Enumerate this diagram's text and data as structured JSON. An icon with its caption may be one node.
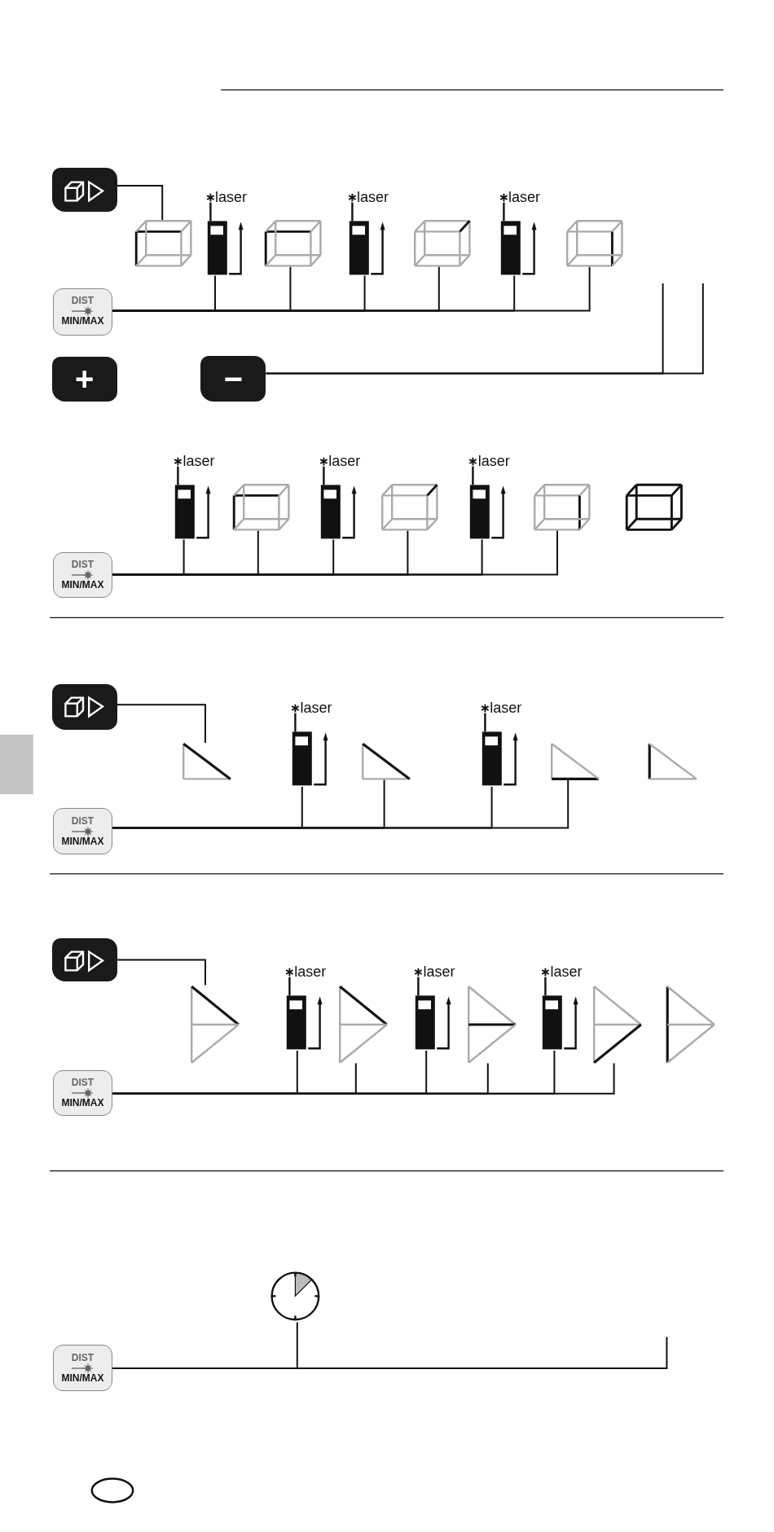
{
  "diagram": {
    "nodes": [
      {
        "text": [],
        "shape": "button"
      },
      {
        "text": [],
        "shape": "cube"
      },
      {
        "text": [
          "laser"
        ]
      },
      {
        "text": [],
        "shape": "cube"
      },
      {
        "text": [
          "laser"
        ]
      },
      {
        "text": [],
        "shape": "cube"
      },
      {
        "text": [
          "laser"
        ]
      },
      {
        "text": [],
        "shape": "cube"
      },
      {
        "text": [
          "DIST",
          "MIN/MAX"
        ]
      },
      {
        "text": [
          "+"
        ]
      },
      {
        "text": [
          "−"
        ]
      },
      {
        "text": [
          "laser"
        ]
      },
      {
        "text": [],
        "shape": "cube"
      },
      {
        "text": [
          "laser"
        ]
      },
      {
        "text": [],
        "shape": "cube"
      },
      {
        "text": [
          "laser"
        ]
      },
      {
        "text": [],
        "shape": "cube"
      },
      {
        "text": [],
        "shape": "cube"
      },
      {
        "text": [
          "DIST",
          "MIN/MAX"
        ]
      },
      {
        "text": [],
        "shape": "button"
      },
      {
        "text": [],
        "shape": "triangle"
      },
      {
        "text": [
          "laser"
        ]
      },
      {
        "text": [],
        "shape": "triangle"
      },
      {
        "text": [
          "laser"
        ]
      },
      {
        "text": [],
        "shape": "triangle"
      },
      {
        "text": [],
        "shape": "triangle"
      },
      {
        "text": [
          "DIST",
          "MIN/MAX"
        ]
      },
      {
        "text": [],
        "shape": "button"
      },
      {
        "text": [],
        "shape": "triangle"
      },
      {
        "text": [
          "laser"
        ]
      },
      {
        "text": [],
        "shape": "triangle"
      },
      {
        "text": [
          "laser"
        ]
      },
      {
        "text": [],
        "shape": "triangle"
      },
      {
        "text": [
          "laser"
        ]
      },
      {
        "text": [],
        "shape": "triangle"
      },
      {
        "text": [],
        "shape": "triangle"
      },
      {
        "text": [
          "DIST",
          "MIN/MAX"
        ]
      },
      {
        "text": [],
        "shape": "clock"
      },
      {
        "text": [
          "DIST",
          "MIN/MAX"
        ]
      },
      {
        "text": [],
        "shape": "box"
      }
    ],
    "edges": [
      {
        "from": 0,
        "to": 1,
        "arrow": "none"
      },
      {
        "from": 8,
        "to": 2,
        "arrow": "none"
      },
      {
        "from": 8,
        "to": 3,
        "arrow": "none"
      },
      {
        "from": 8,
        "to": 4,
        "arrow": "none"
      },
      {
        "from": 8,
        "to": 5,
        "arrow": "none"
      },
      {
        "from": 8,
        "to": 6,
        "arrow": "none"
      },
      {
        "from": 8,
        "to": 7,
        "arrow": "none"
      },
      {
        "from": 10,
        "to": null,
        "arrow": "none"
      },
      {
        "from": 10,
        "to": null,
        "arrow": "none"
      },
      {
        "from": 18,
        "to": 11,
        "arrow": "none"
      },
      {
        "from": 18,
        "to": 12,
        "arrow": "none"
      },
      {
        "from": 18,
        "to": 13,
        "arrow": "none"
      },
      {
        "from": 18,
        "to": 14,
        "arrow": "none"
      },
      {
        "from": 18,
        "to": 15,
        "arrow": "none"
      },
      {
        "from": 18,
        "to": 16,
        "arrow": "none"
      },
      {
        "from": 19,
        "to": 20,
        "arrow": "none"
      },
      {
        "from": 26,
        "to": 21,
        "arrow": "none"
      },
      {
        "from": 26,
        "to": 22,
        "arrow": "none"
      },
      {
        "from": 26,
        "to": 23,
        "arrow": "none"
      },
      {
        "from": 26,
        "to": 24,
        "arrow": "none"
      },
      {
        "from": 27,
        "to": 28,
        "arrow": "none"
      },
      {
        "from": 36,
        "to": 29,
        "arrow": "none"
      },
      {
        "from": 36,
        "to": 30,
        "arrow": "none"
      },
      {
        "from": 36,
        "to": 31,
        "arrow": "none"
      },
      {
        "from": 36,
        "to": 32,
        "arrow": "none"
      },
      {
        "from": 36,
        "to": 33,
        "arrow": "none"
      },
      {
        "from": 36,
        "to": 34,
        "arrow": "none"
      },
      {
        "from": 38,
        "to": 37,
        "arrow": "none"
      },
      {
        "from": 38,
        "to": null,
        "arrow": "none"
      }
    ]
  }
}
